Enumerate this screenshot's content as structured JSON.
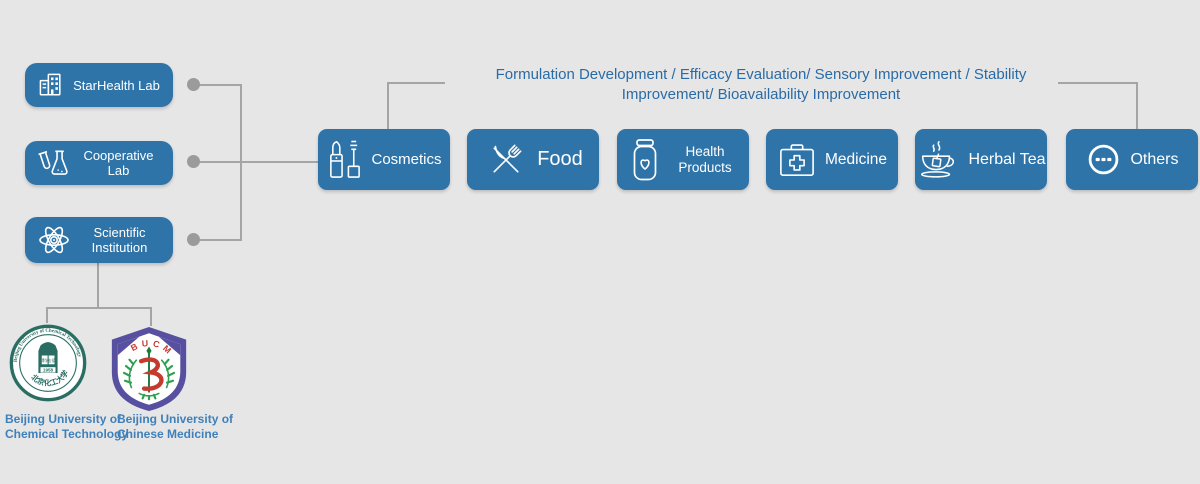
{
  "colors": {
    "background": "#e6e6e6",
    "accent_blue": "#2f74a9",
    "connector_gray": "#a5a5a5",
    "heading_blue": "#2a6ba6",
    "caption_blue": "#4080ba",
    "buct_teal": "#2a6e63",
    "bucm_purple": "#574fa0",
    "bucm_red": "#c43b2e",
    "bucm_green": "#2e9e4f"
  },
  "heading": {
    "text": "Formulation Development / Efficacy Evaluation/ Sensory Improvement / Stability Improvement/ Bioavailability Improvement"
  },
  "labs": [
    {
      "label": "StarHealth Lab",
      "icon": "building-icon"
    },
    {
      "label": "Cooperative Lab",
      "icon": "lab-flask-icon"
    },
    {
      "label": "Scientific Institution",
      "icon": "atom-icon"
    }
  ],
  "products": [
    {
      "label": "Cosmetics",
      "icon": "cosmetics-icon"
    },
    {
      "label": "Food",
      "icon": "food-icon"
    },
    {
      "label": "Health Products",
      "icon": "health-products-icon"
    },
    {
      "label": "Medicine",
      "icon": "medicine-icon"
    },
    {
      "label": "Herbal Tea",
      "icon": "herbal-tea-icon"
    },
    {
      "label": "Others",
      "icon": "others-icon"
    }
  ],
  "universities": [
    {
      "label_line1": "Beijing University of",
      "label_line2": "Chemical Technology",
      "seal_ring_text": "Beijing University of Chemical Technology",
      "seal_bottom_text": "北京化工大学",
      "seal_motto_left": "博学",
      "seal_motto_right": "宏德",
      "seal_year": "1958"
    },
    {
      "label_line1": "Beijing University of",
      "label_line2": "Chinese Medicine",
      "seal_acronym": "BUCM"
    }
  ]
}
